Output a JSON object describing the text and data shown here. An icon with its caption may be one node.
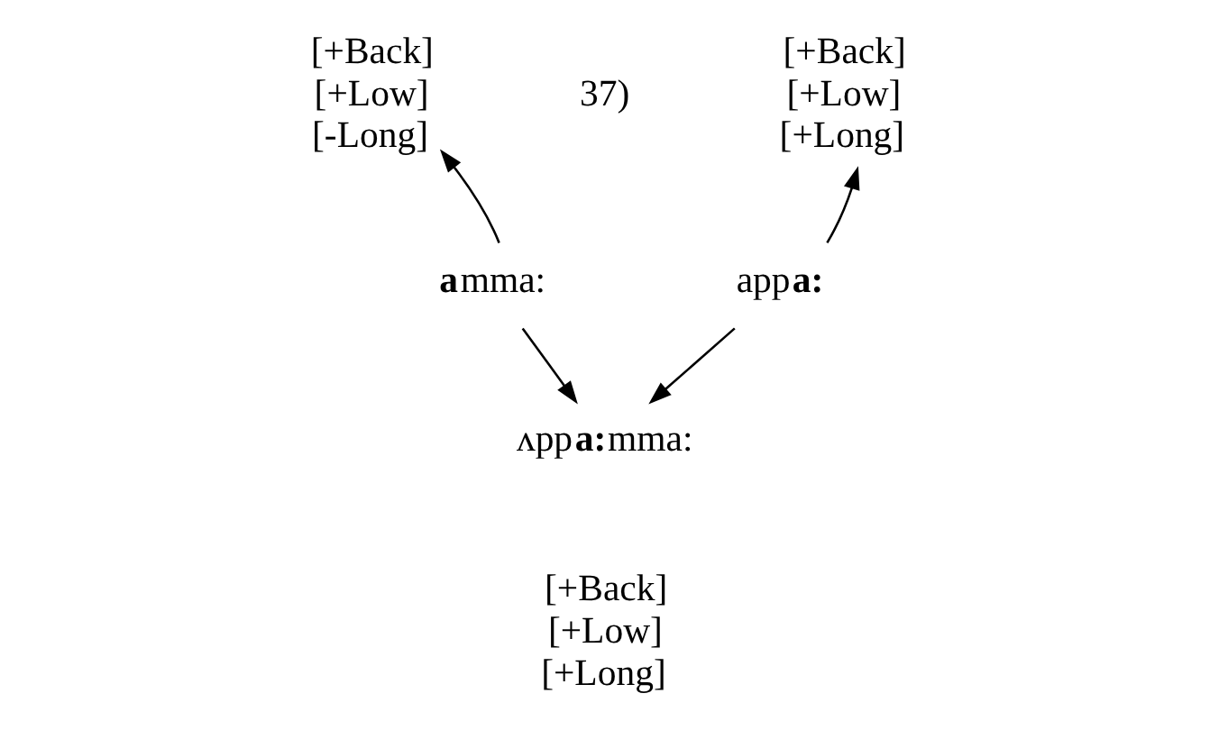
{
  "diagram": {
    "nodes": [
      {
        "text": [
          "[+Back] [+Low] [+Long]"
        ]
      },
      {
        "text": [
          "[+Back] [+Low] [-Long]"
        ]
      },
      {
        "text": [
          "app**a:**"
        ]
      },
      {
        "text": [
          "**a**mma:"
        ]
      },
      {
        "text": [
          "ʌpp**a:**mma:"
        ]
      }
    ],
    "edges": [
      {
        "from": 2,
        "to": 0,
        "arrow": "to"
      },
      {
        "from": 3,
        "to": 1,
        "arrow": "to"
      },
      {
        "from": 2,
        "to": 4,
        "arrow": "to"
      },
      {
        "from": 3,
        "to": 4,
        "arrow": "to"
      }
    ],
    "labels": [
      "37)",
      "[+Back] [+Low] [+Long]"
    ]
  }
}
